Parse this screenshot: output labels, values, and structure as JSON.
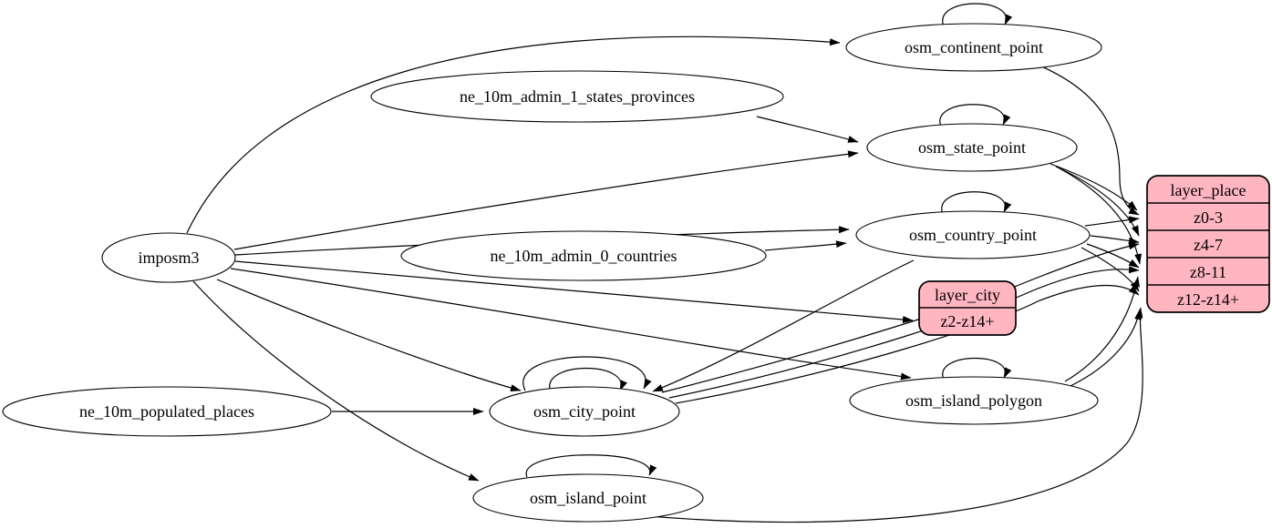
{
  "diagram": {
    "type": "graphviz-digraph-etl",
    "background_color": "#ffffff",
    "node_fill_color": "#ffffff",
    "record_fill_color": "#ffb6c1",
    "stroke_color": "#000000",
    "nodes": {
      "imposm3": {
        "label": "imposm3",
        "shape": "ellipse"
      },
      "ne_10m_admin_1_states_provinces": {
        "label": "ne_10m_admin_1_states_provinces",
        "shape": "ellipse"
      },
      "ne_10m_admin_0_countries": {
        "label": "ne_10m_admin_0_countries",
        "shape": "ellipse"
      },
      "ne_10m_populated_places": {
        "label": "ne_10m_populated_places",
        "shape": "ellipse"
      },
      "osm_continent_point": {
        "label": "osm_continent_point",
        "shape": "ellipse"
      },
      "osm_state_point": {
        "label": "osm_state_point",
        "shape": "ellipse"
      },
      "osm_country_point": {
        "label": "osm_country_point",
        "shape": "ellipse"
      },
      "osm_city_point": {
        "label": "osm_city_point",
        "shape": "ellipse"
      },
      "osm_island_polygon": {
        "label": "osm_island_polygon",
        "shape": "ellipse"
      },
      "osm_island_point": {
        "label": "osm_island_point",
        "shape": "ellipse"
      },
      "layer_city": {
        "label": "layer_city",
        "shape": "record",
        "rows": {
          "r0": "z2-z14+"
        }
      },
      "layer_place": {
        "label": "layer_place",
        "shape": "record",
        "rows": {
          "r0": "z0-3",
          "r1": "z4-7",
          "r2": "z8-11",
          "r3": "z12-z14+"
        }
      }
    },
    "edges": [
      {
        "from": "imposm3",
        "to": "osm_continent_point"
      },
      {
        "from": "imposm3",
        "to": "osm_state_point"
      },
      {
        "from": "imposm3",
        "to": "osm_country_point"
      },
      {
        "from": "imposm3",
        "to": "osm_city_point"
      },
      {
        "from": "imposm3",
        "to": "osm_island_polygon"
      },
      {
        "from": "imposm3",
        "to": "osm_island_point"
      },
      {
        "from": "imposm3",
        "to": "layer_city:z2-z14+"
      },
      {
        "from": "ne_10m_admin_1_states_provinces",
        "to": "osm_state_point"
      },
      {
        "from": "ne_10m_admin_0_countries",
        "to": "osm_country_point"
      },
      {
        "from": "ne_10m_populated_places",
        "to": "osm_city_point"
      },
      {
        "from": "osm_country_point",
        "to": "osm_city_point"
      },
      {
        "from": "osm_continent_point",
        "to": "osm_continent_point"
      },
      {
        "from": "osm_state_point",
        "to": "osm_state_point"
      },
      {
        "from": "osm_country_point",
        "to": "osm_country_point"
      },
      {
        "from": "osm_city_point",
        "to": "osm_city_point"
      },
      {
        "from": "osm_city_point",
        "to": "osm_city_point"
      },
      {
        "from": "osm_island_polygon",
        "to": "osm_island_polygon"
      },
      {
        "from": "osm_island_point",
        "to": "osm_island_point"
      },
      {
        "from": "osm_continent_point",
        "to": "layer_place:z0-3"
      },
      {
        "from": "osm_state_point",
        "to": "layer_place:z0-3"
      },
      {
        "from": "osm_state_point",
        "to": "layer_place:z4-7"
      },
      {
        "from": "osm_state_point",
        "to": "layer_place:z8-11"
      },
      {
        "from": "osm_country_point",
        "to": "layer_place:z0-3"
      },
      {
        "from": "osm_country_point",
        "to": "layer_place:z4-7"
      },
      {
        "from": "osm_country_point",
        "to": "layer_place:z8-11"
      },
      {
        "from": "osm_country_point",
        "to": "layer_place:z12-z14+"
      },
      {
        "from": "osm_city_point",
        "to": "layer_place:z4-7"
      },
      {
        "from": "osm_city_point",
        "to": "layer_place:z8-11"
      },
      {
        "from": "osm_city_point",
        "to": "layer_place:z12-z14+"
      },
      {
        "from": "osm_island_polygon",
        "to": "layer_place:z8-11"
      },
      {
        "from": "osm_island_polygon",
        "to": "layer_place:z12-z14+"
      },
      {
        "from": "osm_island_point",
        "to": "layer_place:z12-z14+"
      }
    ]
  }
}
